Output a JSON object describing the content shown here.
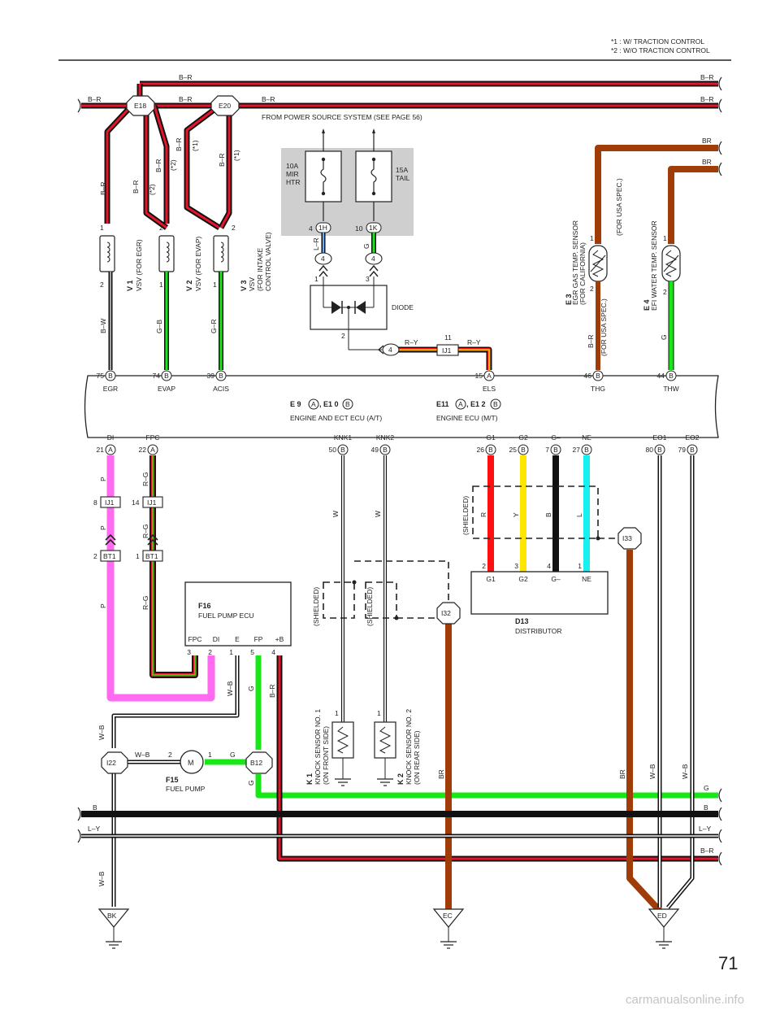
{
  "notes": {
    "n1": "*1  : W/ TRACTION CONTROL",
    "n2": "*2  : W/O TRACTION CONTROL"
  },
  "page_number": "71",
  "watermark": "carmanualsonline.info",
  "power_source": "FROM POWER SOURCE SYSTEM (SEE PAGE 56)",
  "colors": {
    "B-R_outer": "#e8152a",
    "G": "#18e818",
    "P": "#ff6af0",
    "BR": "#a03c08",
    "Y": "#ffe600",
    "L": "#18f0f0",
    "R": "#ff1010",
    "fusebox": "#cfcfcf"
  },
  "wire_labels": {
    "top_br1": "B–R",
    "top_br2": "B–R",
    "br_e18_left": "B–R",
    "br_e18_mid": "B–R",
    "br_e20_right": "B–R",
    "br_right1": "B–R",
    "br_right2": "B–R",
    "br_right3": "BR",
    "br_right4": "BR",
    "br_v1a": "B–R",
    "br_v2a": "B–R",
    "br_v2b": "(*2)",
    "br_v2c": "B–R",
    "br_v2d": "(*2)",
    "br_v3a": "B–R",
    "br_v3b": "(*1)",
    "br_v3c": "B–R",
    "br_v3d": "(*1)",
    "bw": "B–W",
    "gb": "G–B",
    "gr": "G–R",
    "lr": "L–R",
    "g_fuse": "G",
    "ry1": "R–Y",
    "ry2": "R–Y",
    "br_e3": "B–R",
    "g_e4": "G",
    "p1": "P",
    "p2": "P",
    "p3": "P",
    "rg1": "R–G",
    "rg2": "R–G",
    "rg3": "R–G",
    "w1": "W",
    "w2": "W",
    "wb1": "W–B",
    "wb2": "W–B",
    "wb3": "W–B",
    "wb4": "W–B",
    "wb5": "W–B",
    "g1": "G",
    "g2": "G",
    "g3": "G",
    "br_m": "B–R",
    "br_ec": "BR",
    "br_ed": "BR",
    "sh_r": "R",
    "sh_y": "Y",
    "sh_b": "B",
    "sh_l": "L",
    "bot_b_left": "B",
    "bot_b_right": "B",
    "bot_ly_left": "L–Y",
    "bot_ly_right": "L–Y",
    "bot_g_right": "G",
    "bot_br_right": "B–R"
  },
  "connectors": {
    "e18": "E18",
    "e20": "E20",
    "ij1a": "IJ1",
    "ij1b": "IJ1",
    "ij1c": "IJ1",
    "bt1a": "BT1",
    "bt1b": "BT1",
    "i22": "I22",
    "b12": "B12",
    "i32": "I32",
    "i33": "I33",
    "bk": "BK",
    "ec": "EC",
    "ed": "ED",
    "p4a": "4",
    "p4b": "4",
    "p4c": "4",
    "m": "M"
  },
  "fuses": {
    "f1": {
      "line1": "10A",
      "line2": "MIR",
      "line3": "HTR",
      "pin": "4",
      "conn": "1H"
    },
    "f2": {
      "line1": "15A",
      "line2": "TAIL",
      "pin": "10",
      "conn": "1K"
    }
  },
  "diode": {
    "label": "DIODE",
    "pin1": "1",
    "pin2": "2",
    "pin3": "3",
    "pin11": "11"
  },
  "vsv": {
    "v1": {
      "code": "V 1",
      "name": "VSV (FOR EGR)",
      "pin_top": "1",
      "pin_bot": "2"
    },
    "v2": {
      "code": "V 2",
      "name": "VSV (FOR EVAP)",
      "pin_top": "2",
      "pin_bot": "1"
    },
    "v3": {
      "code": "V 3",
      "name1": "VSV",
      "name2": "(FOR INTAKE",
      "name3": "CONTROL VALVE)",
      "pin_top": "2",
      "pin_bot": "1"
    }
  },
  "sensors": {
    "e3": {
      "code": "E 3",
      "name1": "EGR GAS TEMP. SENSOR",
      "name2": "(FOR CALIFORNIA)",
      "spec_top": "(FOR USA SPEC.)",
      "spec_bot": "(FOR USA SPEC.)",
      "pin1": "1",
      "pin2": "2"
    },
    "e4": {
      "code": "E 4",
      "name": "EFI WATER TEMP. SENSOR",
      "pin1": "1",
      "pin2": "2"
    },
    "k1": {
      "code": "K 1",
      "name1": "KNOCK SENSOR NO. 1",
      "name2": "(ON FRONT SIDE)",
      "pin": "1"
    },
    "k2": {
      "code": "K 2",
      "name1": "KNOCK SENSOR NO. 2",
      "name2": "(ON REAR SIDE)",
      "pin": "1"
    }
  },
  "ecu": {
    "e9_code": "E 9",
    "e10_code": ", E1 0",
    "conn_a": "A",
    "conn_b": "B",
    "at_name": "ENGINE AND ECT ECU (A/T)",
    "e11_code": "E11",
    "e12_code": ", E1 2",
    "mt_name": "ENGINE ECU (M/T)",
    "top_terms": [
      {
        "pin": "75",
        "conn": "B",
        "name": "EGR"
      },
      {
        "pin": "74",
        "conn": "B",
        "name": "EVAP"
      },
      {
        "pin": "39",
        "conn": "B",
        "name": "ACIS"
      },
      {
        "pin": "15",
        "conn": "A",
        "name": "ELS"
      },
      {
        "pin": "46",
        "conn": "B",
        "name": "THG"
      },
      {
        "pin": "44",
        "conn": "B",
        "name": "THW"
      }
    ],
    "bottom_terms": [
      {
        "pin": "21",
        "conn": "A",
        "name": "DI"
      },
      {
        "pin": "22",
        "conn": "A",
        "name": "FPC"
      },
      {
        "pin": "50",
        "conn": "B",
        "name": "KNK1"
      },
      {
        "pin": "49",
        "conn": "B",
        "name": "KNK2"
      },
      {
        "pin": "26",
        "conn": "B",
        "name": "G1"
      },
      {
        "pin": "25",
        "conn": "B",
        "name": "G2"
      },
      {
        "pin": "7",
        "conn": "B",
        "name": "G–"
      },
      {
        "pin": "27",
        "conn": "B",
        "name": "NE"
      },
      {
        "pin": "80",
        "conn": "B",
        "name": "EO1"
      },
      {
        "pin": "79",
        "conn": "B",
        "name": "EO2"
      }
    ]
  },
  "ij1_pins": {
    "a": "8",
    "b": "14",
    "c": "11"
  },
  "bt1_pins": {
    "a": "2",
    "b": "1"
  },
  "fuel_pump_ecu": {
    "code": "F16",
    "name": "FUEL PUMP ECU",
    "terms": [
      "FPC",
      "DI",
      "E",
      "FP",
      "+B"
    ],
    "pins": [
      "3",
      "2",
      "1",
      "5",
      "4"
    ]
  },
  "fuel_pump": {
    "code": "F15",
    "name": "FUEL PUMP",
    "pin2": "2",
    "pin1": "1"
  },
  "distributor": {
    "code": "D13",
    "name": "DISTRIBUTOR",
    "terms": [
      "G1",
      "G2",
      "G–",
      "NE"
    ],
    "pins": [
      "2",
      "3",
      "4",
      "1"
    ]
  },
  "shielded": "(SHIELDED)"
}
